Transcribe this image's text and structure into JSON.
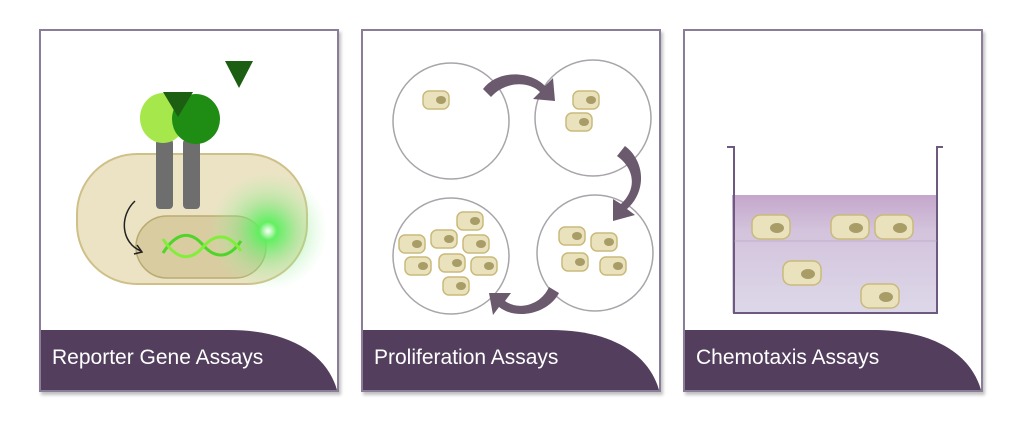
{
  "panels": [
    {
      "title": "Reporter Gene Assays"
    },
    {
      "title": "Proliferation Assays"
    },
    {
      "title": "Chemotaxis Assays"
    }
  ],
  "colors": {
    "banner": "#533f5d",
    "border": "#8a7d97",
    "cell_fill": "#eae1bd",
    "cell_stroke": "#c9ba7a",
    "nucleus": "#a89d66",
    "arrow": "#6b5a6e",
    "dish": "#a8a4aa",
    "medium_top": "#c4a7cb",
    "medium_bottom": "#ddd8e9",
    "receptor_light": "#a6e84b",
    "receptor_dark": "#1f8d13",
    "ligand": "#1d5f12",
    "glow": "#3cf03c"
  }
}
